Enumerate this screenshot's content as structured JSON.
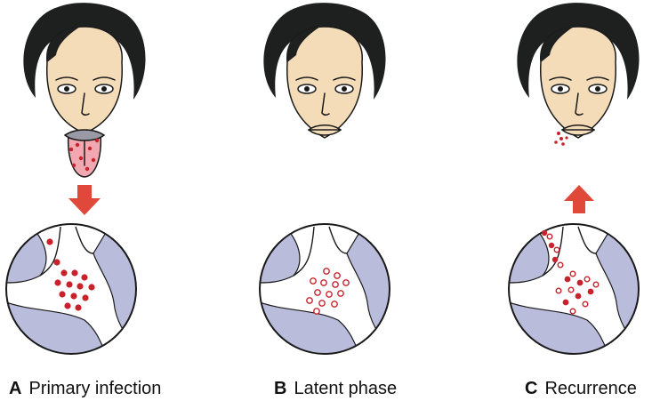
{
  "panels": [
    {
      "letter": "A",
      "caption": "Primary infection",
      "stage": "primary-infection",
      "arrow": "down"
    },
    {
      "letter": "B",
      "caption": "Latent phase",
      "stage": "latent-phase",
      "arrow": "none"
    },
    {
      "letter": "C",
      "caption": "Recurrence",
      "stage": "recurrence",
      "arrow": "up"
    }
  ],
  "colors": {
    "skin": "#f5dcb8",
    "hair": "#1e2020",
    "virus": "#c8232c",
    "arrow": "#e0483a",
    "nerve_tissue": "#b9bddb",
    "tongue": "#f2a8b0",
    "outline": "#1a1a1a"
  }
}
